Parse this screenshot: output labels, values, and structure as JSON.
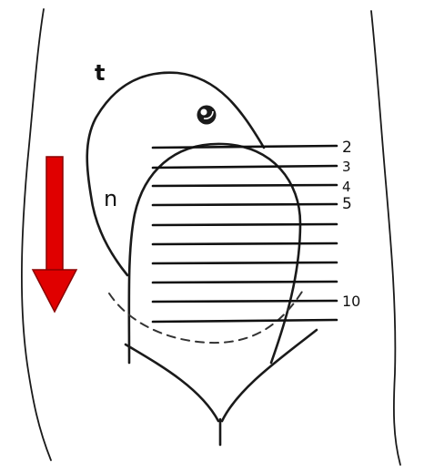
{
  "labels": {
    "top_letter": "t",
    "mid_letter": "n",
    "scale_2": "2",
    "scale_3": "3",
    "scale_4": "4",
    "scale_5": "5",
    "scale_10": "10"
  },
  "colors": {
    "arrow": "#e00000",
    "arrow_outline": "#8a0000",
    "ink": "#1a1a1a"
  },
  "icons": {
    "arrow": "arrow-down-icon"
  }
}
